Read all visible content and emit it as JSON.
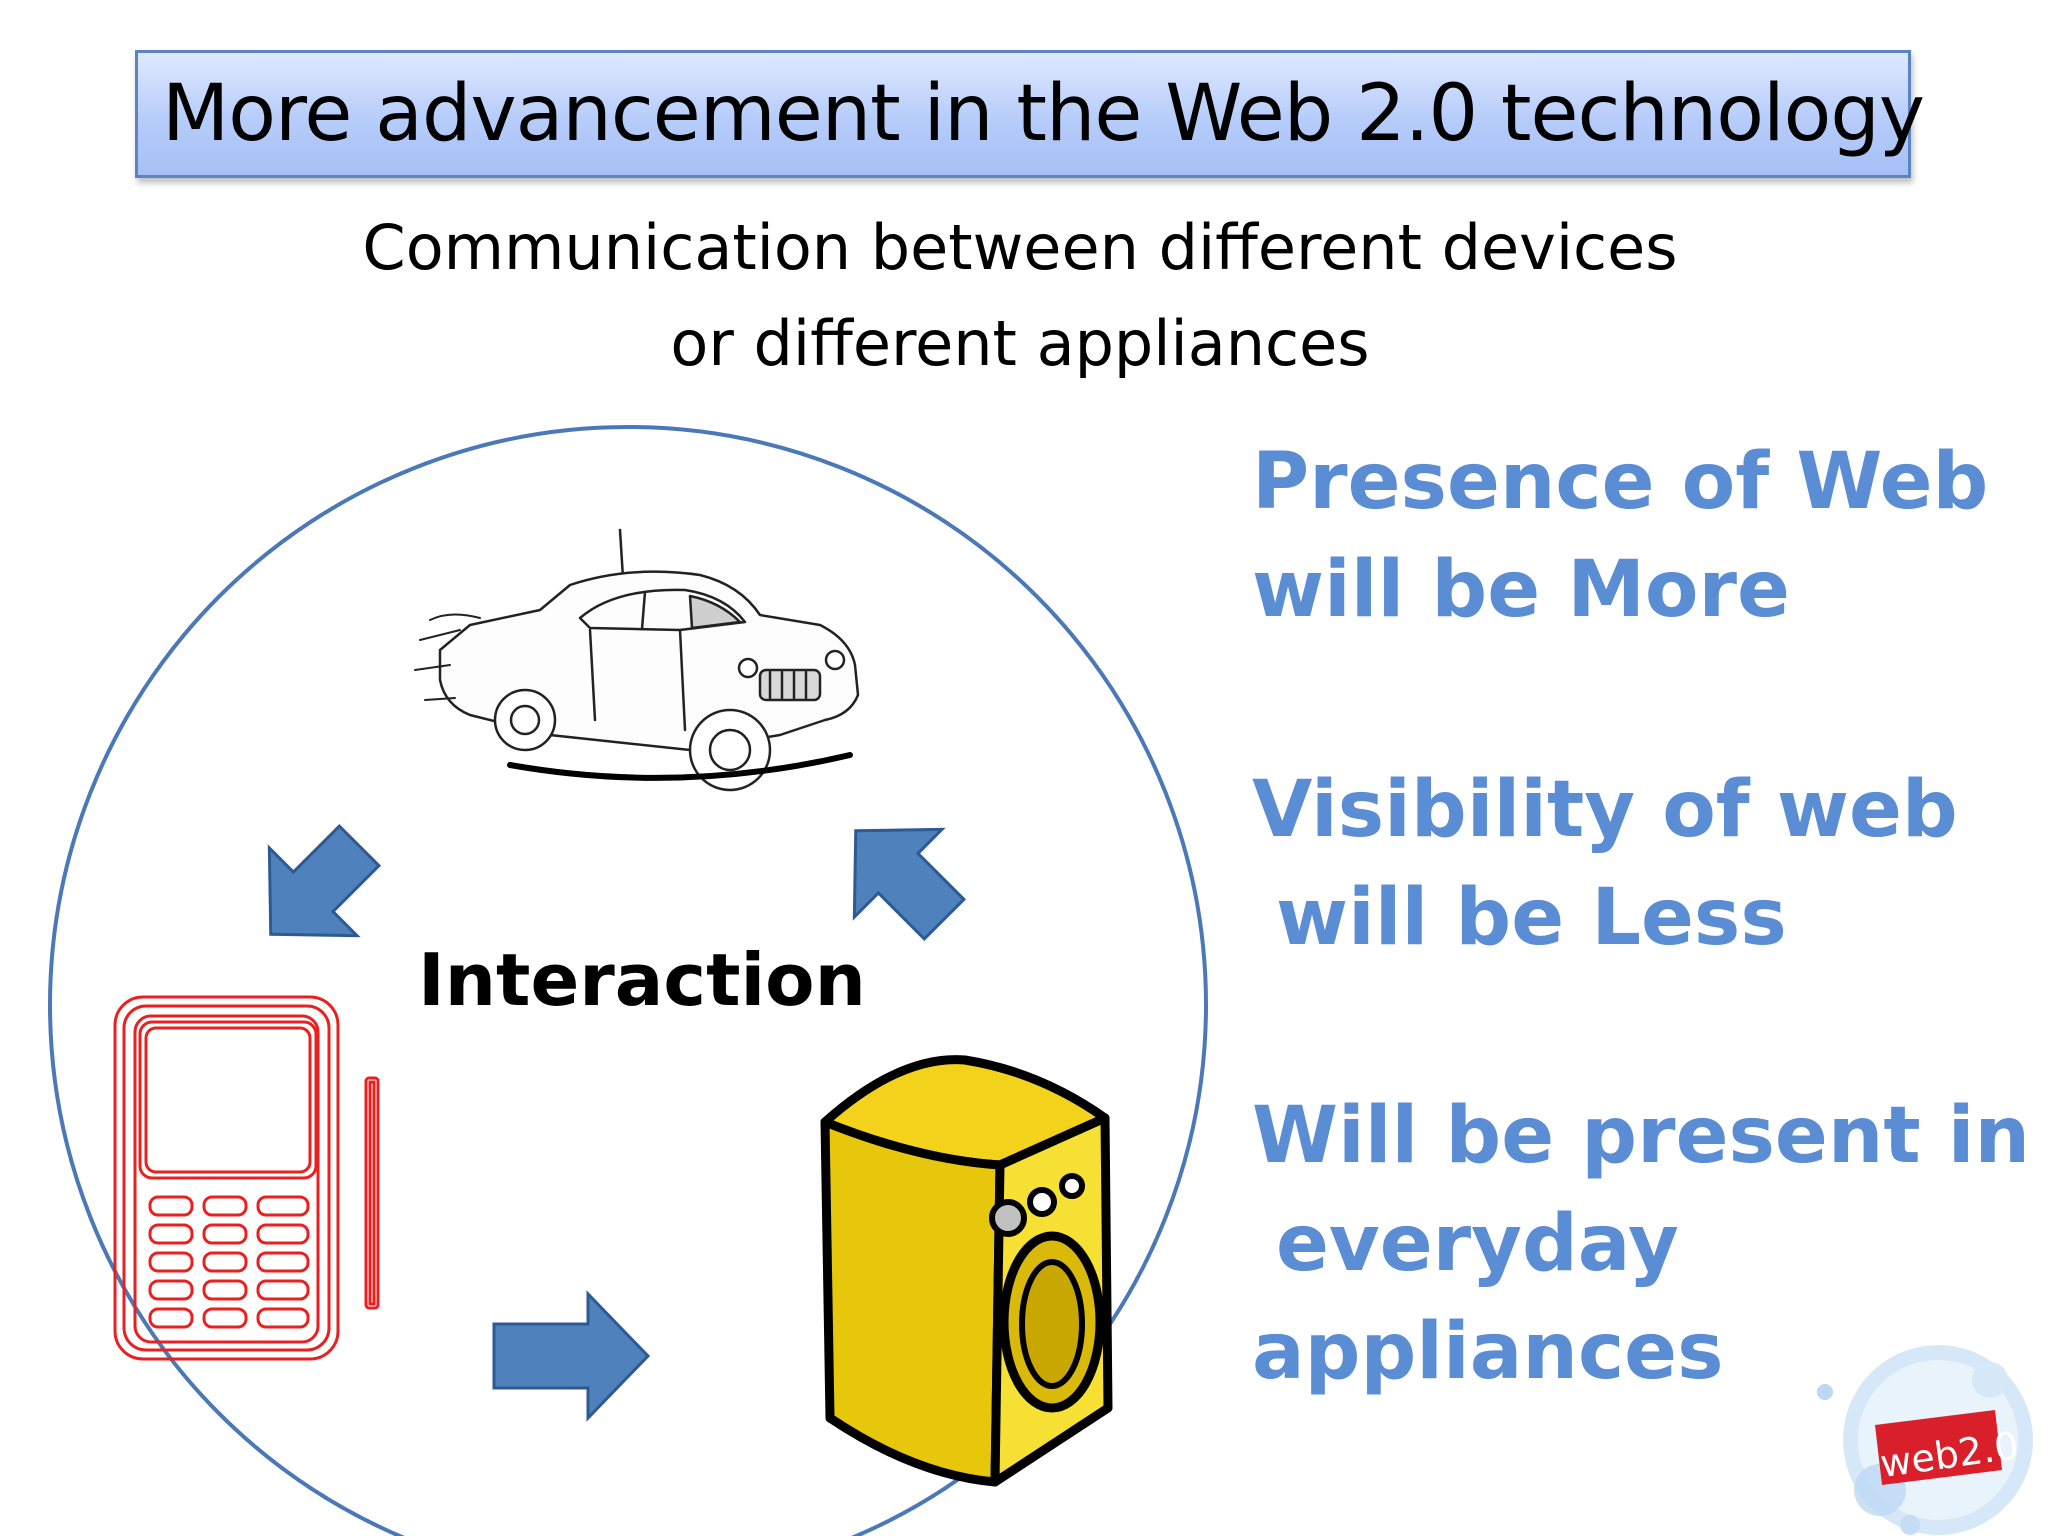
{
  "slide": {
    "title": "More advancement in the Web 2.0 technology",
    "subtitle_line1": "Communication between different devices",
    "subtitle_line2": "or different appliances"
  },
  "diagram": {
    "center_label": "Interaction",
    "nodes": [
      "car-illustration",
      "mobile-phone-icon",
      "washing-machine-icon"
    ],
    "arrows": [
      "car-to-phone",
      "phone-to-washer",
      "washer-to-car"
    ]
  },
  "bullets": {
    "b1_line1": "Presence of Web",
    "b1_line2": "will be More",
    "b2_line1": "Visibility of web",
    "b2_line2": "will be Less",
    "b3_line1": "Will be present in",
    "b3_line2": "everyday",
    "b3_line3": "appliances"
  },
  "logo": {
    "text": "web2.0"
  },
  "colors": {
    "bullet_text": "#5b8dd4",
    "arrow_fill": "#4f81bd",
    "circle_stroke": "#4a78b8",
    "phone_red": "#e8201f",
    "washer_yellow": "#f2d21a",
    "title_bg": "#b6ccfa"
  }
}
